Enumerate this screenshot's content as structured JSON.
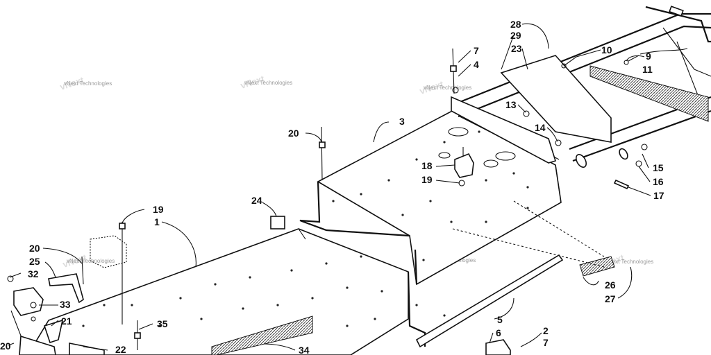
{
  "watermark": "vNext Technologies",
  "callouts": [
    "1",
    "2",
    "3",
    "4",
    "5",
    "6",
    "7",
    "7",
    "9",
    "10",
    "11",
    "13",
    "14",
    "15",
    "16",
    "17",
    "18",
    "19",
    "19",
    "20",
    "20",
    "20",
    "21",
    "22",
    "23",
    "24",
    "25",
    "26",
    "27",
    "28",
    "29",
    "32",
    "33",
    "34",
    "35"
  ]
}
